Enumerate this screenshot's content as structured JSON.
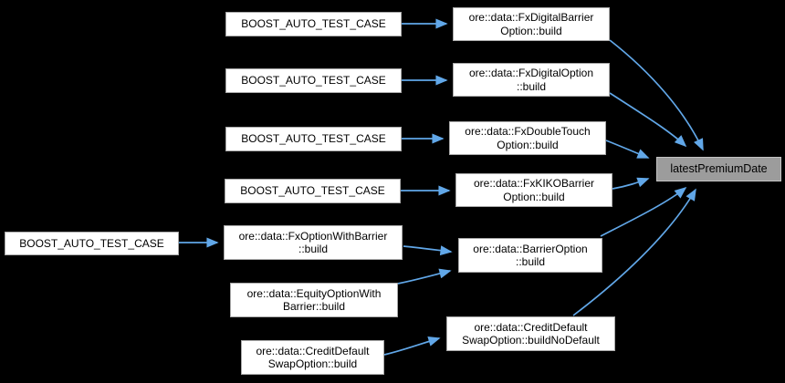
{
  "diagram": {
    "kind": "caller-graph",
    "background_color": "#000000",
    "edge_color": "#61a7e8",
    "node_fill": "#ffffff",
    "node_border": "#a9a9a9",
    "focus_fill": "#9c9c9c",
    "focus_node": "latestPremiumDate"
  },
  "nodes": {
    "boost_far_left": {
      "label": "BOOST_AUTO_TEST_CASE"
    },
    "boost1": {
      "label": "BOOST_AUTO_TEST_CASE"
    },
    "boost2": {
      "label": "BOOST_AUTO_TEST_CASE"
    },
    "boost3": {
      "label": "BOOST_AUTO_TEST_CASE"
    },
    "boost4": {
      "label": "BOOST_AUTO_TEST_CASE"
    },
    "fx_digital_barrier": {
      "line1": "ore::data::FxDigitalBarrier",
      "line2": "Option::build"
    },
    "fx_digital_option": {
      "line1": "ore::data::FxDigitalOption",
      "line2": "::build"
    },
    "fx_double_touch": {
      "line1": "ore::data::FxDoubleTouch",
      "line2": "Option::build"
    },
    "fx_kiko_barrier": {
      "line1": "ore::data::FxKIKOBarrier",
      "line2": "Option::build"
    },
    "fx_option_with_barrier": {
      "line1": "ore::data::FxOptionWithBarrier",
      "line2": "::build"
    },
    "equity_option_with_barrier": {
      "line1": "ore::data::EquityOptionWith",
      "line2": "Barrier::build"
    },
    "cds_build": {
      "line1": "ore::data::CreditDefault",
      "line2": "SwapOption::build"
    },
    "barrier_option": {
      "line1": "ore::data::BarrierOption",
      "line2": "::build"
    },
    "cds_build_no_default": {
      "line1": "ore::data::CreditDefault",
      "line2": "SwapOption::buildNoDefault"
    },
    "latest_premium_date": {
      "label": "latestPremiumDate"
    }
  },
  "edges": [
    {
      "from": "boost1",
      "to": "fx_digital_barrier"
    },
    {
      "from": "boost2",
      "to": "fx_digital_option"
    },
    {
      "from": "boost3",
      "to": "fx_double_touch"
    },
    {
      "from": "boost4",
      "to": "fx_kiko_barrier"
    },
    {
      "from": "boost_far_left",
      "to": "fx_option_with_barrier"
    },
    {
      "from": "fx_option_with_barrier",
      "to": "barrier_option"
    },
    {
      "from": "equity_option_with_barrier",
      "to": "barrier_option"
    },
    {
      "from": "cds_build",
      "to": "cds_build_no_default"
    },
    {
      "from": "fx_digital_barrier",
      "to": "latest_premium_date"
    },
    {
      "from": "fx_digital_option",
      "to": "latest_premium_date"
    },
    {
      "from": "fx_double_touch",
      "to": "latest_premium_date"
    },
    {
      "from": "fx_kiko_barrier",
      "to": "latest_premium_date"
    },
    {
      "from": "barrier_option",
      "to": "latest_premium_date"
    },
    {
      "from": "cds_build_no_default",
      "to": "latest_premium_date"
    }
  ]
}
